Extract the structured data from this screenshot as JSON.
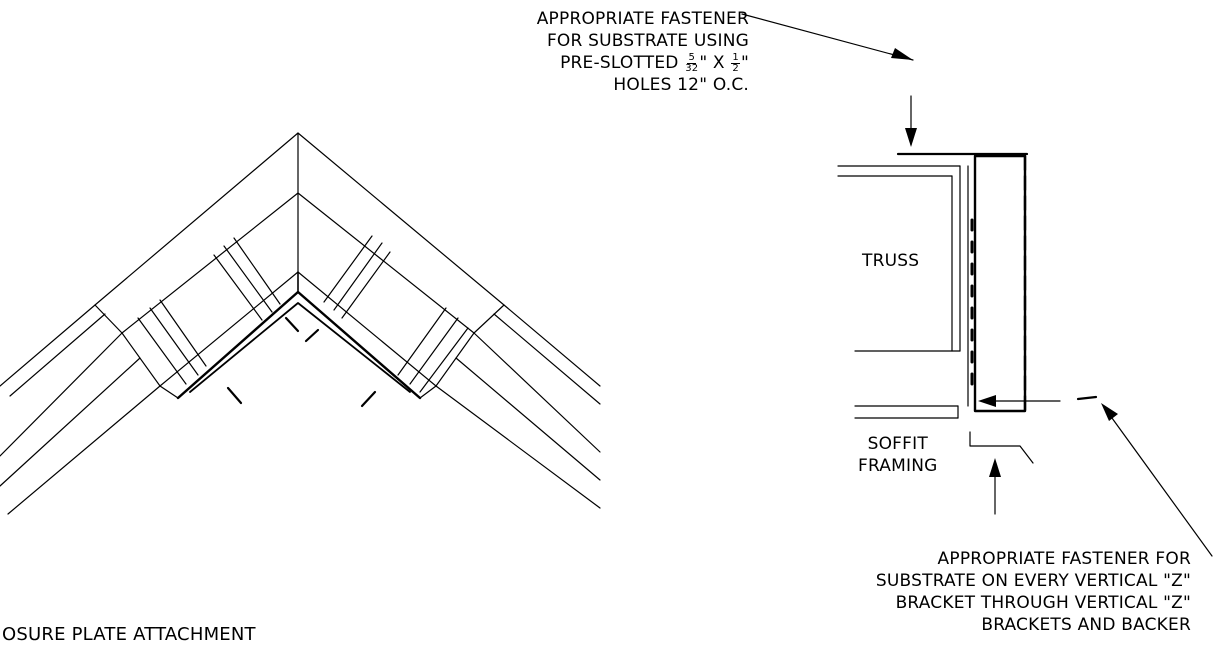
{
  "labels": {
    "fastener_top_line1": "APPROPRIATE FASTENER",
    "fastener_top_line2": "FOR SUBSTRATE USING",
    "fastener_top_line3_prefix": "PRE-SLOTTED",
    "frac1_num": "5",
    "frac1_den": "32",
    "frac_sep": "\" X",
    "frac2_num": "1",
    "frac2_den": "2",
    "frac_end": "\"",
    "fastener_top_line4": "HOLES 12\" O.C.",
    "truss": "TRUSS",
    "soffit_line1": "SOFFIT",
    "soffit_line2": "FRAMING",
    "fastener_bottom_line1": "APPROPRIATE FASTENER FOR",
    "fastener_bottom_line2": "SUBSTRATE ON EVERY VERTICAL \"Z\"",
    "fastener_bottom_line3": "BRACKET THROUGH VERTICAL \"Z\"",
    "fastener_bottom_line4": "BRACKETS AND BACKER",
    "caption": "OSURE PLATE ATTACHMENT"
  },
  "colors": {
    "ink": "#000000",
    "paper": "#ffffff"
  }
}
